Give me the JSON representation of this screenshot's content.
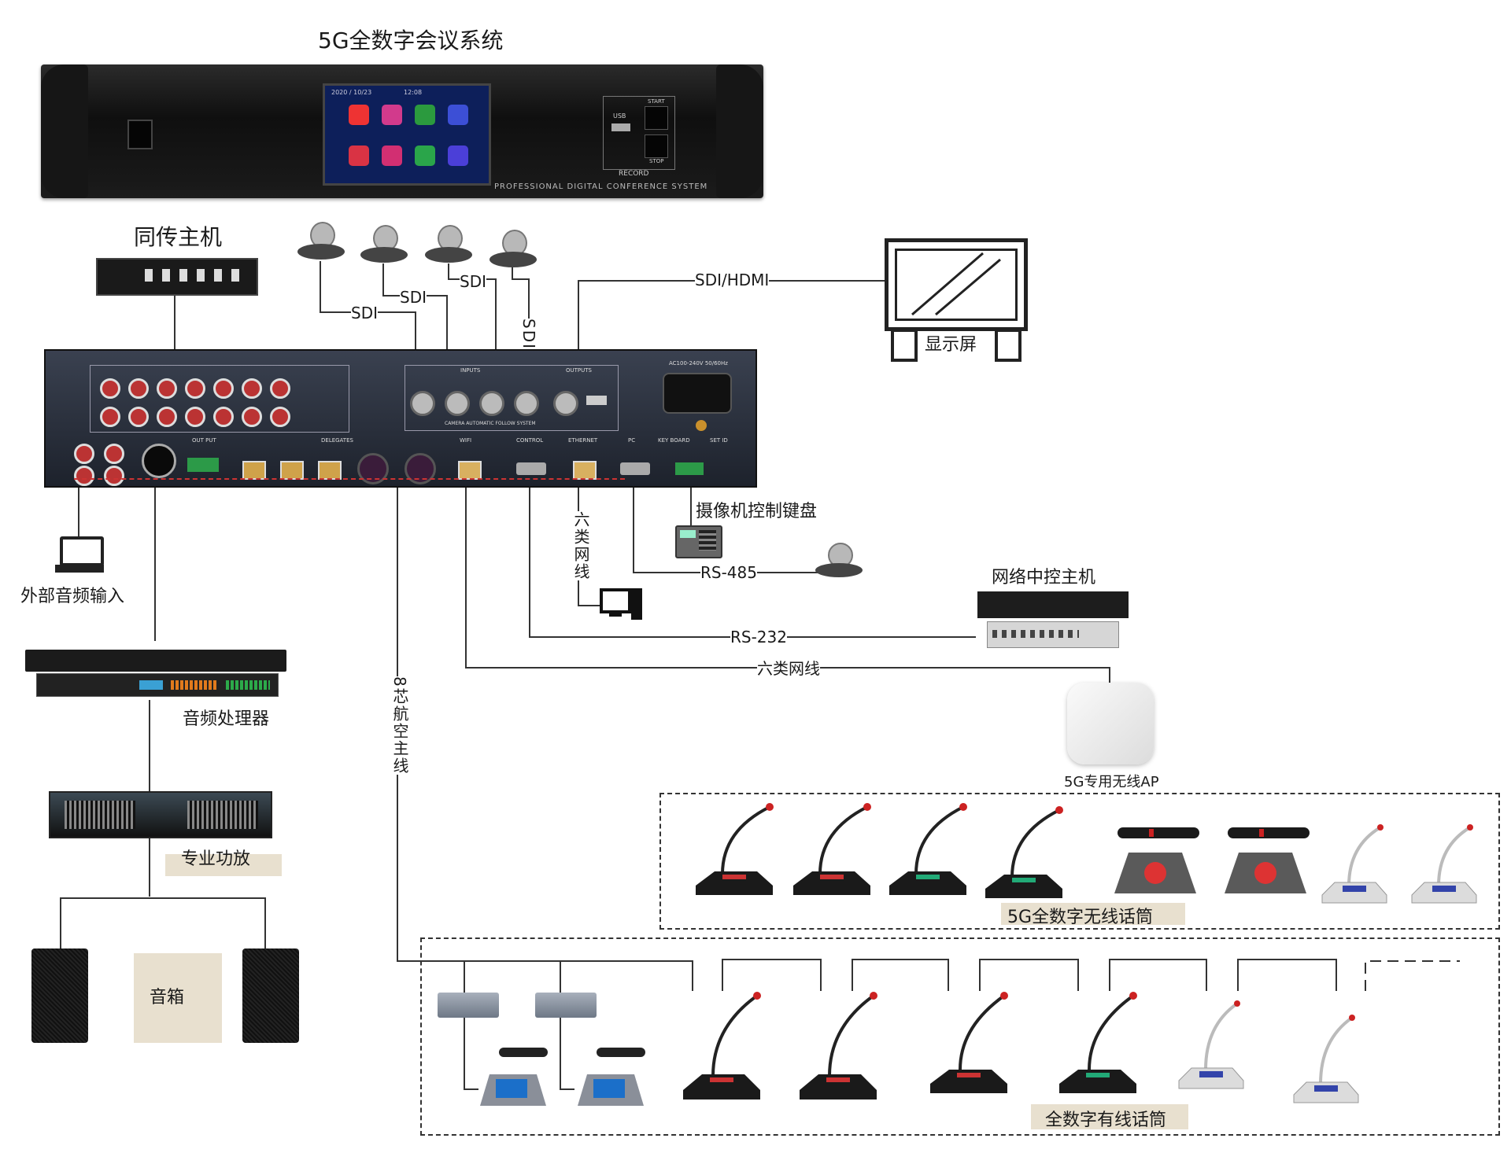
{
  "titles": {
    "main_system": "5G全数字会议系统",
    "interpreter_host": "同传主机",
    "display": "显示屏",
    "camera_keyboard": "摄像机控制键盘",
    "network_controller": "网络中控主机",
    "external_audio": "外部音频输入",
    "audio_processor": "音频处理器",
    "amplifier": "专业功放",
    "speakers": "音箱",
    "wireless_ap": "5G专用无线AP",
    "wireless_mics": "5G全数字无线话筒",
    "wired_mics": "全数字有线话筒"
  },
  "connections": {
    "sdi_1": "SDI",
    "sdi_2": "SDI",
    "sdi_3": "SDI",
    "sdi_4": "SDI",
    "sdi_hdmi": "SDI/HDMI",
    "cat6_pc": "六类网线",
    "rs485": "RS-485",
    "rs232": "RS-232",
    "cat6_ap": "六类网线",
    "aviation_8core": "8芯航空主线"
  },
  "device_text": {
    "front_panel_caption": "PROFESSIONAL DIGITAL CONFERENCE SYSTEM",
    "record": "RECORD",
    "usb": "USB",
    "start": "START",
    "stop": "STOP",
    "screen_date": "2020 / 10/23",
    "screen_time": "12:08",
    "rear_inputs": "INPUTS",
    "rear_outputs": "OUTPUTS",
    "rear_delegates": "DELEGATES",
    "rear_output": "OUT PUT",
    "rear_power": "AC100-240V 50/60Hz",
    "rear_camera": "CAMERA AUTOMATIC FOLLOW SYSTEM",
    "rear_wifi": "WIFI",
    "rear_control": "CONTROL",
    "rear_ethernet": "ETHERNET",
    "rear_pc": "PC",
    "rear_keyboard": "KEY BOARD",
    "rear_setid": "SET ID"
  },
  "colors": {
    "rack_dark": "#161616",
    "panel_blue": "#2a3140",
    "tan_label": "#e8e0cf",
    "line": "#333333"
  }
}
